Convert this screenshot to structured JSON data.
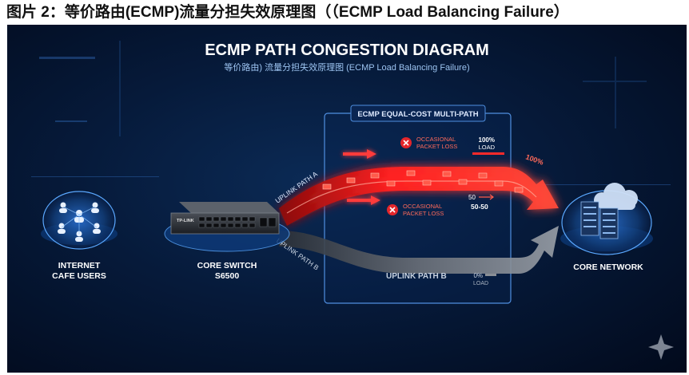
{
  "caption": "图片 2：等价路由(ECMP)流量分担失效原理图（（ECMP Load Balancing Failure）",
  "diagram": {
    "title": "ECMP PATH CONGESTION DIAGRAM",
    "subtitle": "等价路由) 流量分担失效原理图 (ECMP Load Balancing Failure)",
    "ecmp_box_label": "ECMP EQUAL-COST MULTI-PATH",
    "nodes": {
      "users": {
        "line1": "INTERNET",
        "line2": "CAFE USERS"
      },
      "switch": {
        "line1": "CORE SWITCH",
        "line2": "S6500",
        "brand": "TP-LINK"
      },
      "core": {
        "label": "CORE NETWORK"
      }
    },
    "path_a": {
      "label": "UPLINK PATH A",
      "arrow_pct": "100%",
      "load_value": "100%",
      "load_label": "LOAD",
      "ratio_value": "50",
      "ratio_text": "50-50"
    },
    "path_b": {
      "label": "UPLINK PATH B",
      "bottom_label": "UPLINK PATH B",
      "load_value": "0%",
      "load_label": "LOAD"
    },
    "warnings": [
      {
        "line1": "OCCASIONAL",
        "line2": "PACKET LOSS"
      },
      {
        "line1": "OCCASIONAL",
        "line2": "PACKET LOSS"
      }
    ],
    "colors": {
      "congested": "#ff2a2a",
      "idle": "#8a8f96",
      "link": "#3ddc5a",
      "accent": "#5aa8ff"
    }
  }
}
